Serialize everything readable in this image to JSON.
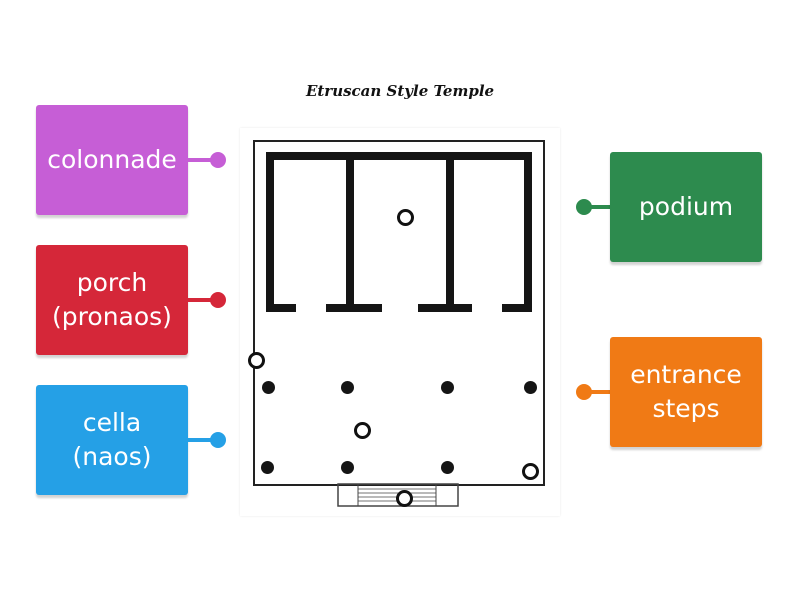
{
  "title": "Etruscan Style Temple",
  "labels": [
    {
      "id": "colonnade",
      "lines": [
        "colonnade"
      ],
      "color": "#c65ed6",
      "side": "left"
    },
    {
      "id": "porch",
      "lines": [
        "porch",
        "(pronaos)"
      ],
      "color": "#d52739",
      "side": "left"
    },
    {
      "id": "cella",
      "lines": [
        "cella",
        "(naos)"
      ],
      "color": "#25a0e6",
      "side": "left"
    },
    {
      "id": "podium",
      "lines": [
        "podium"
      ],
      "color": "#2d8b4e",
      "side": "right"
    },
    {
      "id": "entrance-steps",
      "lines": [
        "entrance",
        "steps"
      ],
      "color": "#f07a15",
      "side": "right"
    }
  ],
  "hotspots": [
    "cella-target",
    "porch-target-left",
    "porch-target-center",
    "podium-target",
    "steps-target"
  ]
}
